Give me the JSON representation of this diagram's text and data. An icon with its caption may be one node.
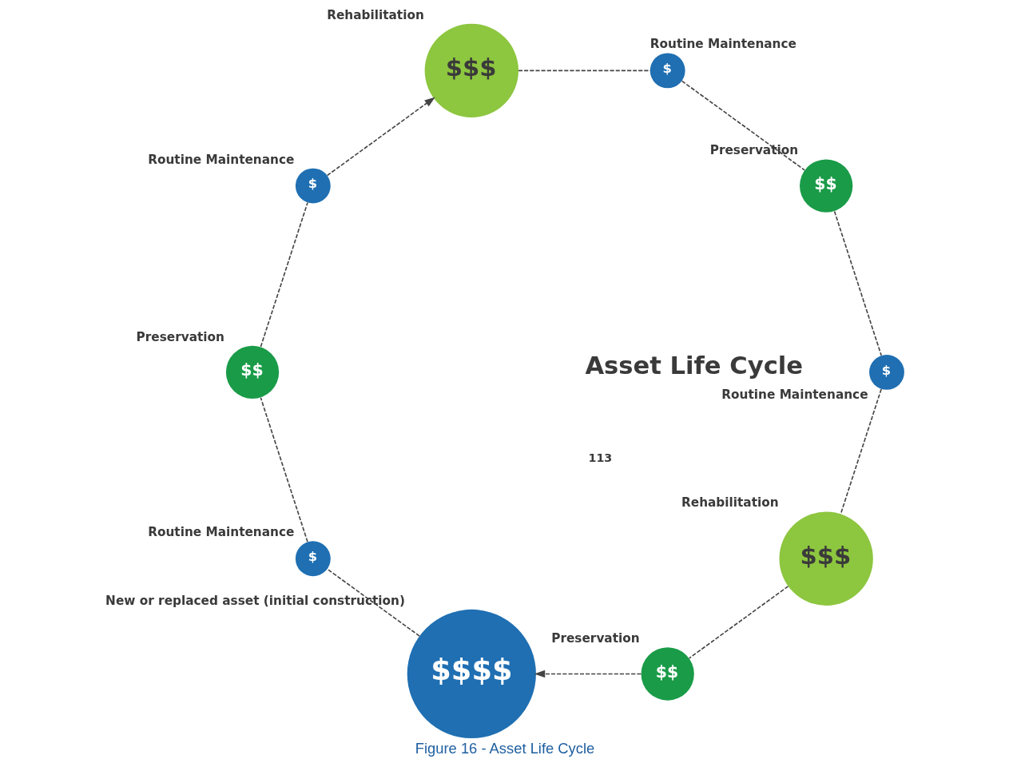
{
  "diagram": {
    "caption": "Figure 16 - Asset Life Cycle",
    "nodes": [
      {
        "text": [
          "$$$"
        ],
        "beside": [
          "Rehabilitation"
        ]
      },
      {
        "text": [
          "$$"
        ],
        "beside": [
          "Preservation"
        ]
      },
      {
        "text": [
          "$"
        ],
        "beside": [
          "Routine Maintenance"
        ]
      },
      {
        "text": [
          "$$$$"
        ],
        "beside": [
          "New or replaced asset (initial construction)"
        ]
      },
      {
        "text": [
          "$$"
        ],
        "beside": [
          "Preservation"
        ]
      },
      {
        "text": [
          "$"
        ],
        "beside": [
          "Routine Maintenance"
        ]
      },
      {
        "text": [
          "$"
        ],
        "beside": [
          "Routine Maintenance"
        ]
      },
      {
        "text": [
          "$$$"
        ],
        "beside": [
          "Rehabilitation"
        ]
      },
      {
        "text": [
          "$$"
        ],
        "beside": [
          "Preservation"
        ]
      },
      {
        "text": [
          "$"
        ],
        "beside": [
          "Routine Maintenance"
        ]
      }
    ],
    "edges": [
      {
        "from": 0,
        "to": 1,
        "arrow": "none",
        "style": "dashed"
      },
      {
        "from": 1,
        "to": 3,
        "arrow": "to",
        "style": "dashed"
      },
      {
        "from": 3,
        "to": 6,
        "arrow": "none",
        "style": "dashed"
      },
      {
        "from": 6,
        "to": 8,
        "arrow": "none",
        "style": "dashed"
      },
      {
        "from": 8,
        "to": 9,
        "arrow": "none",
        "style": "dashed"
      },
      {
        "from": 9,
        "to": 7,
        "arrow": "to",
        "style": "dashed"
      },
      {
        "from": 7,
        "to": 5,
        "arrow": "none",
        "style": "dashed"
      },
      {
        "from": 5,
        "to": 4,
        "arrow": "none",
        "style": "dashed"
      },
      {
        "from": 4,
        "to": 2,
        "arrow": "none",
        "style": "dashed"
      },
      {
        "from": 2,
        "to": 0,
        "arrow": "none",
        "style": "dashed"
      }
    ],
    "labels": [
      "Asset Life Cycle",
      "113"
    ]
  }
}
